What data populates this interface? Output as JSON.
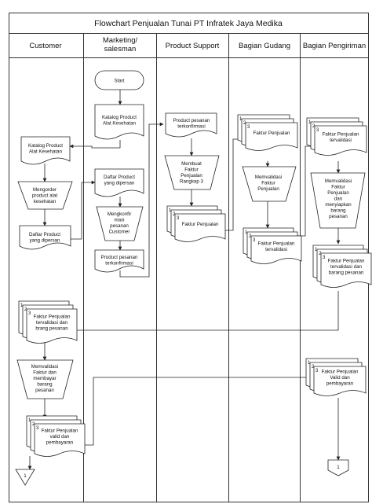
{
  "title": "Flowchart Penjualan Tunai PT Infratek Jaya Medika",
  "lanes": [
    "Customer",
    "Marketing/\nsalesman",
    "Product Support",
    "Bagian Gudang",
    "Bagian Pengiriman"
  ],
  "nodes": {
    "start": "Start",
    "katalog_mkt": "Katalog Product\nAlat Kesehatan",
    "katalog_cust": "Katalog Product\nAlat Kesehatan",
    "mengorder": "Mengorder\nproduct alat\nkesehatan",
    "daftar_cust": "Daftar Product\nyang dipersan",
    "daftar_mkt": "Daftar Product\nyang dipersan",
    "mengkonfirmasi": "Mengkonfir\nmasi\npesanan\nCustomer",
    "pp_mkt": "Product pesanan\nterkonfirmasi",
    "pp_ps": "Product pesanan\nterkonfirmasi",
    "membuat_faktur": "Membuat\nFaktur\nPenjualan\nRangkap 3",
    "fp_ps": "Faktur Penjualan",
    "fp_gudang": "Faktur Penjualan",
    "memvalidasi_gudang": "Memvalidasi\nFaktur\nPenjualan",
    "fpv_gudang": "Faktur Penjualan\ntervalidasi",
    "fpv_kirim": "Faktur Penjualan\ntervalidasi",
    "memvalidasi_kirim": "Memvalidasi\nFaktur\nPenjualan\ndan\nmenyiapkan\nbarang\npesanan",
    "fpvb_kirim": "Faktur Penjualan\ntervalidasi dan\nbarang pesanan",
    "fpvb_cust": "Faktur Penjualan\ntervalidasi dan\nbrang pesanan",
    "memvalidasi_cust": "Memvalidasi\nFaktur dan\nmembayar\nbarang\npesanan",
    "fpvp_cust": "Faktur Penjualan\nvalid dan\npembayaran",
    "fpvp_kirim": "Faktur Penjualan\nValid dan\npembayaran",
    "conn_cust": "1",
    "conn_kirim": "1"
  },
  "copy_numbers": [
    "1",
    "2",
    "3"
  ]
}
